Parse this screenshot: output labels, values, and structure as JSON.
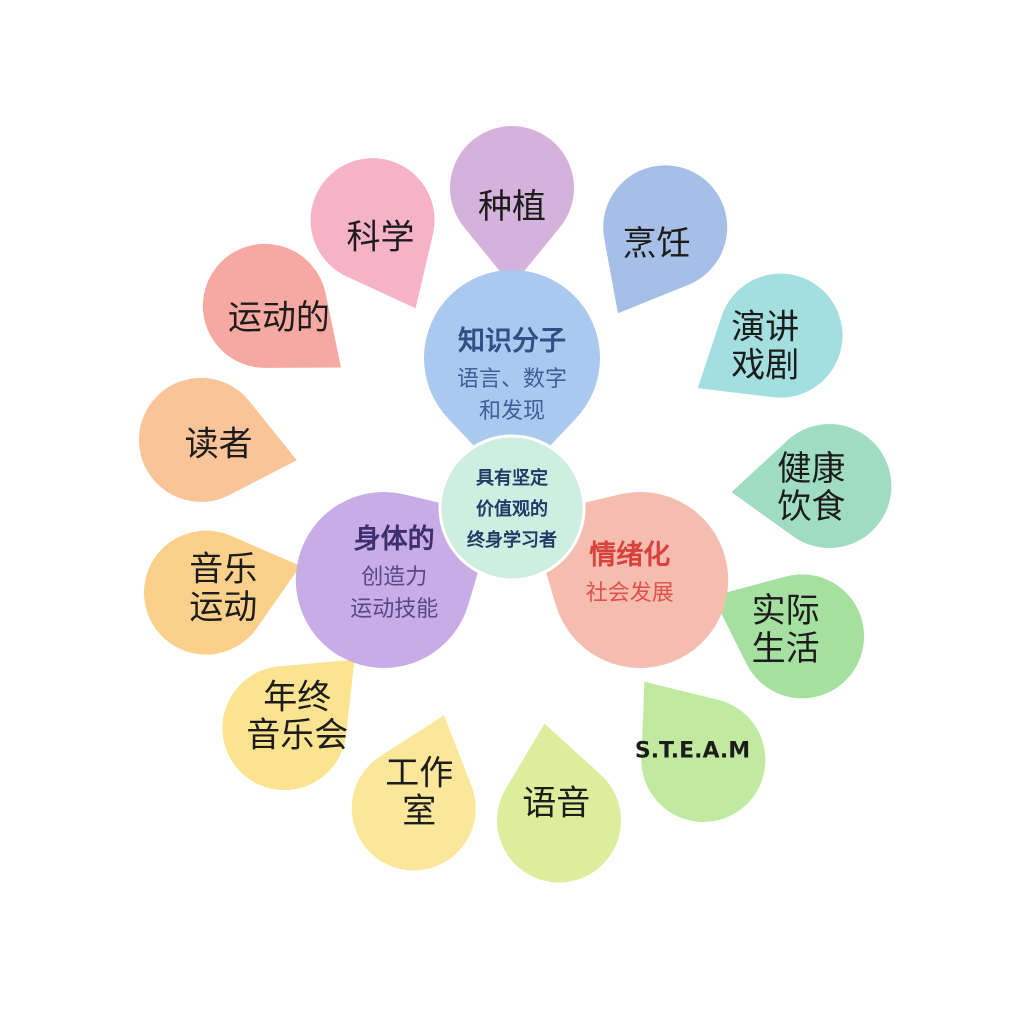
{
  "center": {
    "lines": [
      "具有坚定",
      "价值观的",
      "终身学习者"
    ],
    "color": "#cfeee2"
  },
  "inner": [
    {
      "title": "知识分子",
      "sub": [
        "语言、数字",
        "和发现"
      ],
      "color": "#a9c9ee",
      "title_color": "#2f4f87",
      "sub_color": "#3f5f98"
    },
    {
      "title": "身体的",
      "sub": [
        "创造力",
        "运动技能"
      ],
      "color": "#c7ace6",
      "title_color": "#3d2f6e",
      "sub_color": "#5a4688"
    },
    {
      "title": "情绪化",
      "sub": [
        "社会发展"
      ],
      "color": "#f5bcb0",
      "title_color": "#d9413b",
      "sub_color": "#e0524a"
    }
  ],
  "petals": [
    {
      "lines": [
        "种植"
      ],
      "color": "#d5b2dc"
    },
    {
      "lines": [
        "烹饪"
      ],
      "color": "#a6bfe6"
    },
    {
      "lines": [
        "演讲",
        "戏剧"
      ],
      "color": "#a4dfe0"
    },
    {
      "lines": [
        "健康",
        "饮食"
      ],
      "color": "#9fdcc2"
    },
    {
      "lines": [
        "实际",
        "生活"
      ],
      "color": "#a6e0a0"
    },
    {
      "lines": [
        "S.T.E.A.M"
      ],
      "color": "#c2e9a0"
    },
    {
      "lines": [
        "语音"
      ],
      "color": "#dcee9c"
    },
    {
      "lines": [
        "工作",
        "室"
      ],
      "color": "#fbe79a"
    },
    {
      "lines": [
        "年终",
        "音乐会"
      ],
      "color": "#fbe38f"
    },
    {
      "lines": [
        "音乐",
        "运动"
      ],
      "color": "#fbd08a"
    },
    {
      "lines": [
        "读者"
      ],
      "color": "#f9c498"
    },
    {
      "lines": [
        "运动的"
      ],
      "color": "#f6a9a2"
    },
    {
      "lines": [
        "科学"
      ],
      "color": "#f6b2c7"
    }
  ]
}
